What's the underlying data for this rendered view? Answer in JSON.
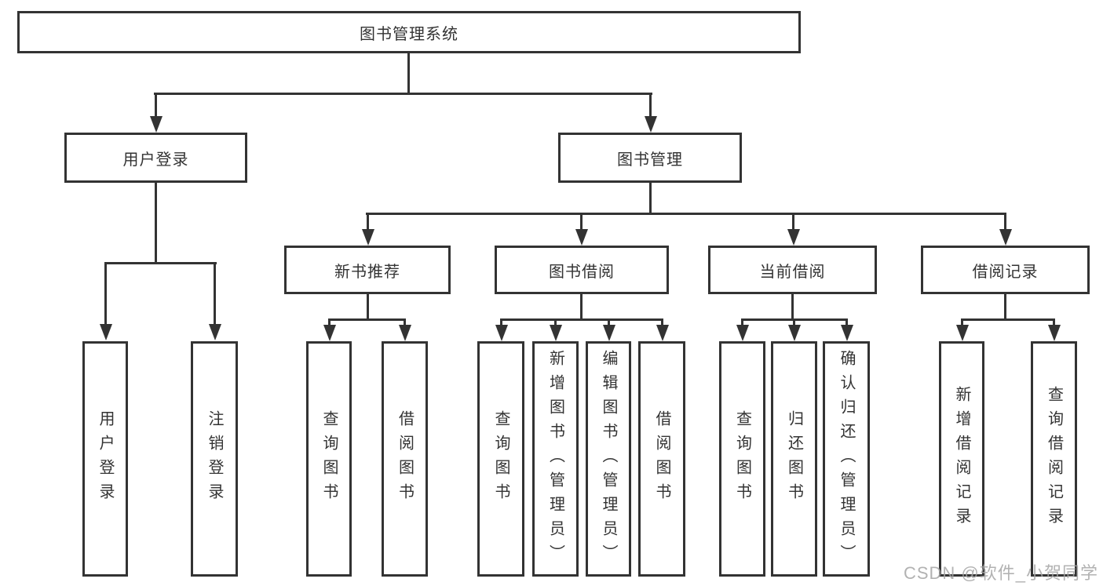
{
  "colors": {
    "background": "#ffffff",
    "line": "#333333",
    "text": "#333333",
    "watermark": "#a5a5a5"
  },
  "diagram_type": "hierarchy-tree",
  "tree": {
    "label": "图书管理系统",
    "children": [
      {
        "label": "用户登录",
        "children": [
          {
            "label": "用户登录"
          },
          {
            "label": "注销登录"
          }
        ]
      },
      {
        "label": "图书管理",
        "children": [
          {
            "label": "新书推荐",
            "children": [
              {
                "label": "查询图书"
              },
              {
                "label": "借阅图书"
              }
            ]
          },
          {
            "label": "图书借阅",
            "children": [
              {
                "label": "查询图书"
              },
              {
                "label": "新增图书（管理员）"
              },
              {
                "label": "编辑图书（管理员）"
              },
              {
                "label": "借阅图书"
              }
            ]
          },
          {
            "label": "当前借阅",
            "children": [
              {
                "label": "查询图书"
              },
              {
                "label": "归还图书"
              },
              {
                "label": "确认归还（管理员）"
              }
            ]
          },
          {
            "label": "借阅记录",
            "children": [
              {
                "label": "新增借阅记录"
              },
              {
                "label": "查询借阅记录"
              }
            ]
          }
        ]
      }
    ]
  },
  "watermark": {
    "text": "CSDN @软件_小贺同学"
  }
}
